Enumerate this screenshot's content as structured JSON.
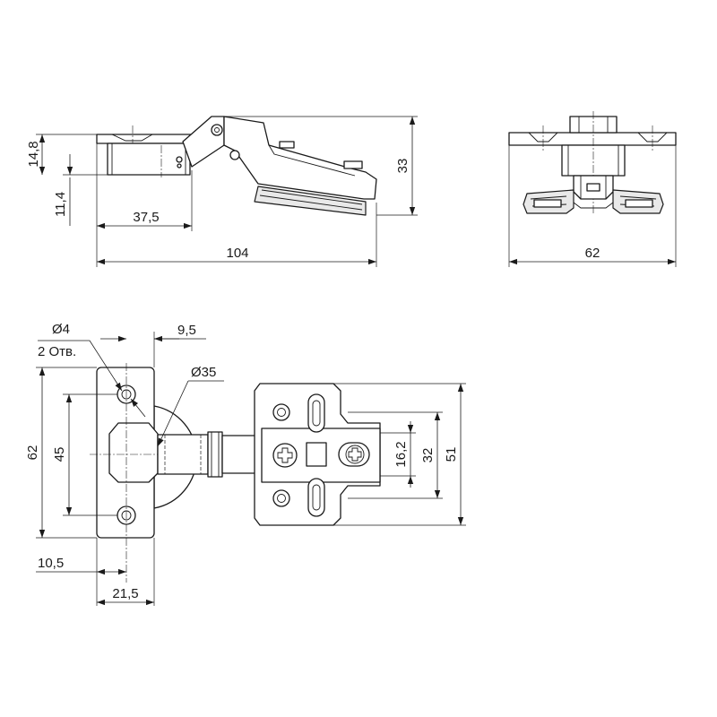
{
  "side_view": {
    "plate_thickness": "14,8",
    "cup_depth": "11,4",
    "cup_offset": "37,5",
    "overall_length": "104",
    "overall_height": "33"
  },
  "front_view": {
    "plate_width": "62"
  },
  "top_view": {
    "hole_diameter": "Ø4",
    "hole_count": "2 Отв.",
    "hole_edge_offset": "9,5",
    "cup_diameter": "Ø35",
    "cup_plate_height": "62",
    "hole_spacing": "45",
    "slot_spacing": "16,2",
    "mount_hole_spacing": "32",
    "mount_plate_height": "51",
    "edge_distance": "10,5",
    "cup_plate_width": "21,5"
  },
  "colors": {
    "line": "#1a1a1a",
    "fill_shade": "#e9e9e9",
    "background": "#ffffff"
  }
}
